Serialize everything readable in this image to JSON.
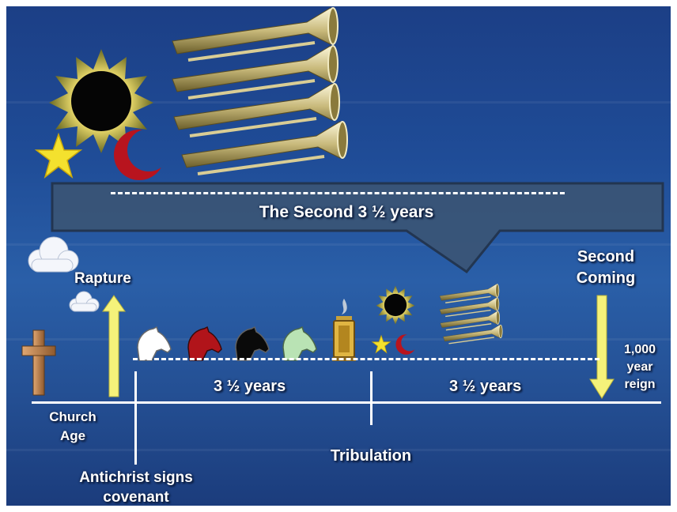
{
  "banner": {
    "title": "The Second 3 ½ years"
  },
  "labels": {
    "rapture": "Rapture",
    "second_coming_line1": "Second",
    "second_coming_line2": "Coming",
    "church_age_line1": "Church",
    "church_age_line2": "Age",
    "first_half": "3 ½ years",
    "second_half": "3 ½ years",
    "tribulation": "Tribulation",
    "antichrist_line1": "Antichrist signs",
    "antichrist_line2": "covenant",
    "reign_line1": "1,000",
    "reign_line2": "year",
    "reign_line3": "reign"
  },
  "icons": [
    "sun-eclipse-icon",
    "star-icon",
    "crescent-moon-icon",
    "trumpets-icon",
    "cloud-icon",
    "cross-icon",
    "white-horse-icon",
    "red-horse-icon",
    "black-horse-icon",
    "pale-horse-icon",
    "altar-censer-icon"
  ],
  "colors": {
    "background": "#1f4c97",
    "banner": "#3a5577",
    "arrow_yellow": "#f5f27a",
    "cross": "#b87a45",
    "moon": "#b8141e",
    "star": "#f4e12e"
  }
}
